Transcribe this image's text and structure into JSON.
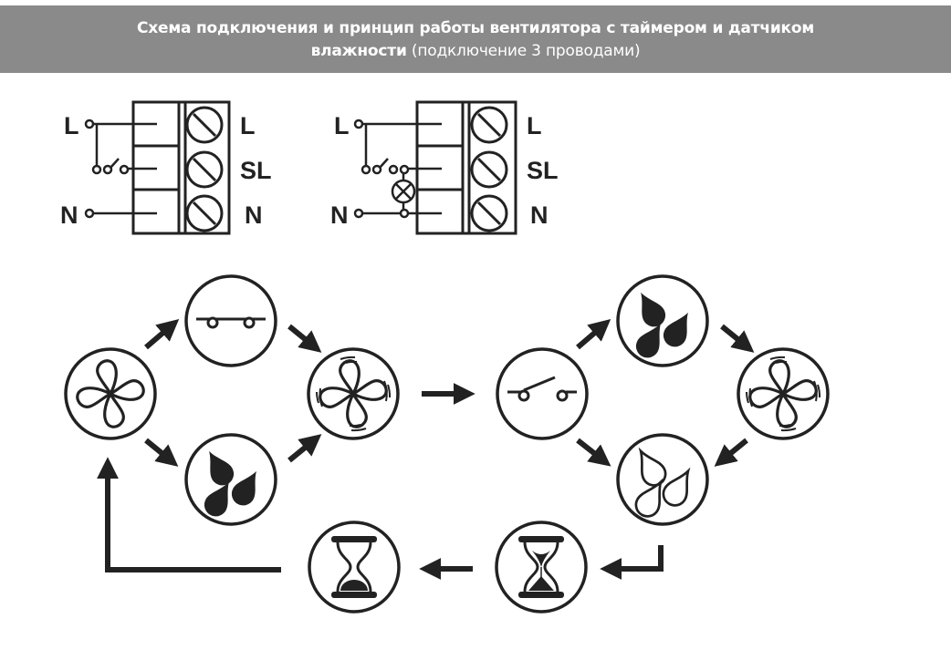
{
  "header": {
    "title_bold_line1": "Схема подключения и принцип работы вентилятора с таймером и датчиком",
    "title_bold_line2": "влажности",
    "title_light": "(подключение 3 проводами)"
  },
  "colors": {
    "banner_bg": "#8a8a8a",
    "ink": "#222222",
    "background": "#ffffff"
  },
  "wiring": {
    "diagrams": [
      {
        "variant": "switch",
        "left_labels": [
          "L",
          "N"
        ],
        "terminal_labels": [
          "L",
          "SL",
          "N"
        ]
      },
      {
        "variant": "switch-with-lamp",
        "left_labels": [
          "L",
          "N"
        ],
        "terminal_labels": [
          "L",
          "SL",
          "N"
        ]
      }
    ]
  },
  "flow": {
    "left_cycle": {
      "start": "fan-off-icon",
      "branch_top": "switch-closed-icon",
      "branch_bottom": "humidity-high-icon",
      "result": "fan-running-icon"
    },
    "right_cycle": {
      "start": "switch-open-icon",
      "branch_top": "humidity-high-icon",
      "running": "fan-running-icon",
      "after": "humidity-low-icon"
    },
    "timers": [
      "hourglass-running-icon",
      "hourglass-finished-icon"
    ]
  }
}
